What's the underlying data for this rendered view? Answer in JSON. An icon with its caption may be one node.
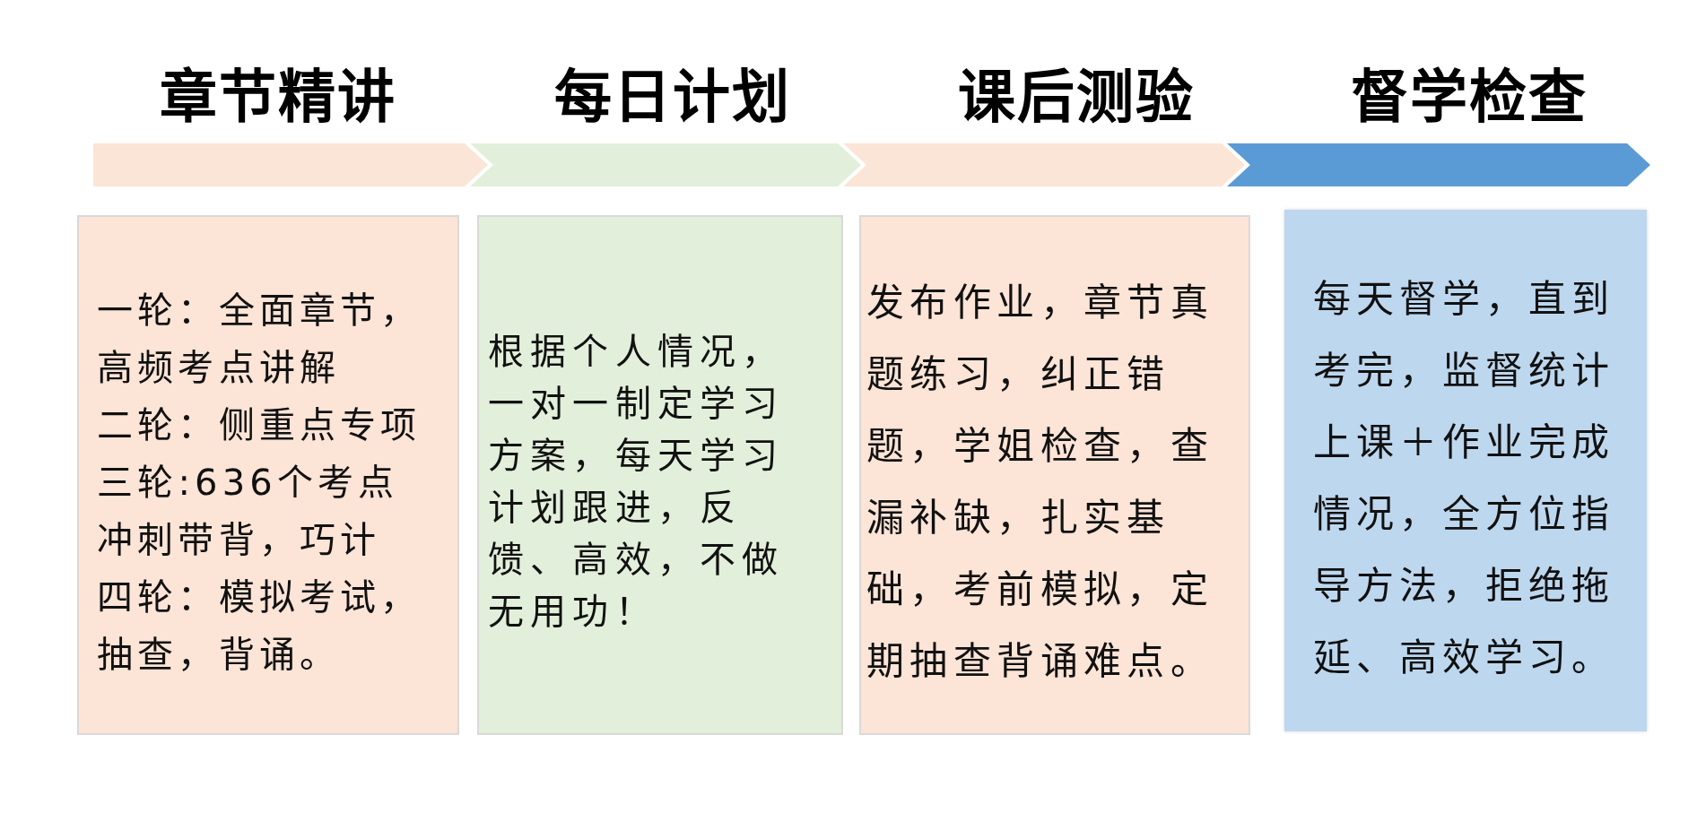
{
  "diagram": {
    "nodes": [
      {
        "text": [
          "章节精讲"
        ]
      },
      {
        "text": [
          "每日计划"
        ]
      },
      {
        "text": [
          "课后测验"
        ]
      },
      {
        "text": [
          "督学检查"
        ]
      },
      {
        "text": [
          "一轮：全面章节，高频考点讲解",
          "二轮：侧重点专项",
          "三轮:636个考点冲刺带背，巧计",
          "四轮：模拟考试，抽查，背诵。"
        ]
      },
      {
        "text": [
          "根据个人情况，一对一制定学习方案，每天学习计划跟进，反馈、高效，不做无用功！"
        ]
      },
      {
        "text": [
          "发布作业，章节真题练习，纠正错题，学姐检查，查漏补缺，扎实基础，考前模拟，定期抽查背诵难点。"
        ]
      },
      {
        "text": [
          "每天督学，直到考完，监督统计上课＋作业完成情况，全方位指导方法，拒绝拖延、高效学习。"
        ]
      }
    ]
  }
}
